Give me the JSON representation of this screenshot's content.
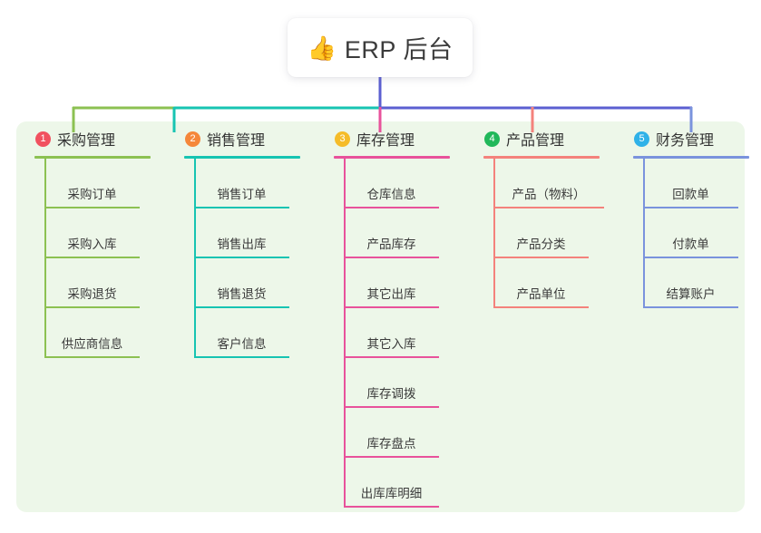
{
  "root": {
    "emoji": "👍",
    "emoji_name": "thumbs-up-emoji",
    "title": "ERP 后台"
  },
  "colors": {
    "panel_background": "#edf7e9",
    "card_background": "#ffffff",
    "bus_green": "#8cc152",
    "bus_teal": "#17c4b2",
    "bus_blue": "#5b5fd1",
    "column_1": "#8cc152",
    "column_2": "#17c4b2",
    "column_3": "#e8529b",
    "column_4": "#f4827c",
    "column_5": "#7a93dd",
    "badge_1": "#f1515f",
    "badge_2": "#f5873a",
    "badge_3": "#f5bc29",
    "badge_4": "#21b85a",
    "badge_5": "#2fb2e8"
  },
  "columns": [
    {
      "index": "1",
      "title": "采购管理",
      "badge_color": "#f1515f",
      "line_color": "#8cc152",
      "items": [
        {
          "label": "采购订单"
        },
        {
          "label": "采购入库"
        },
        {
          "label": "采购退货"
        },
        {
          "label": "供应商信息"
        }
      ]
    },
    {
      "index": "2",
      "title": "销售管理",
      "badge_color": "#f5873a",
      "line_color": "#17c4b2",
      "items": [
        {
          "label": "销售订单"
        },
        {
          "label": "销售出库"
        },
        {
          "label": "销售退货"
        },
        {
          "label": "客户信息"
        }
      ]
    },
    {
      "index": "3",
      "title": "库存管理",
      "badge_color": "#f5bc29",
      "line_color": "#e8529b",
      "items": [
        {
          "label": "仓库信息"
        },
        {
          "label": "产品库存"
        },
        {
          "label": "其它出库"
        },
        {
          "label": "其它入库"
        },
        {
          "label": "库存调拨"
        },
        {
          "label": "库存盘点"
        },
        {
          "label": "出库库明细"
        }
      ]
    },
    {
      "index": "4",
      "title": "产品管理",
      "badge_color": "#21b85a",
      "line_color": "#f4827c",
      "items": [
        {
          "label": "产品（物料）"
        },
        {
          "label": "产品分类"
        },
        {
          "label": "产品单位"
        }
      ]
    },
    {
      "index": "5",
      "title": "财务管理",
      "badge_color": "#2fb2e8",
      "line_color": "#7a93dd",
      "items": [
        {
          "label": "回款单"
        },
        {
          "label": "付款单"
        },
        {
          "label": "结算账户"
        }
      ]
    }
  ]
}
